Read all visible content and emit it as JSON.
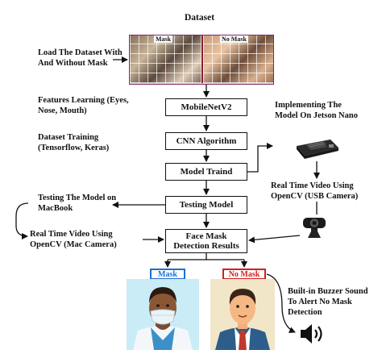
{
  "title": "Dataset",
  "dataset_strip": {
    "mask_label": "Mask",
    "no_mask_label": "No Mask"
  },
  "side_labels": {
    "load": "Load The Dataset With And Without Mask",
    "features": "Features Learning (Eyes, Nose, Mouth)",
    "training": "Dataset Training (Tensorflow, Keras)",
    "testing_macbook": "Testing The Model on MacBook",
    "mac_camera": "Real Time Video Using OpenCV (Mac Camera)",
    "jetson": "Implementing The Model On Jetson Nano",
    "usb_camera": "Real Time Video Using OpenCV (USB Camera)",
    "buzzer": "Built-in Buzzer Sound To Alert No Mask Detection"
  },
  "flow_boxes": {
    "mobilenet": "MobileNetV2",
    "cnn": "CNN Algorithm",
    "model_trained": "Model Traind",
    "testing_model": "Testing Model",
    "face_mask": "Face Mask Detection Results"
  },
  "results": {
    "mask": "Mask",
    "no_mask": "No Mask"
  },
  "colors": {
    "mask_tag": "#1f6fd1",
    "no_mask_tag": "#d11f1f",
    "mask_bg": "#c9ecf7",
    "no_mask_bg": "#f2e6c8"
  },
  "icons": [
    "jetson-nano-board-icon",
    "usb-webcam-icon",
    "speaker-icon",
    "masked-doctor-avatar",
    "unmasked-businessman-avatar"
  ]
}
